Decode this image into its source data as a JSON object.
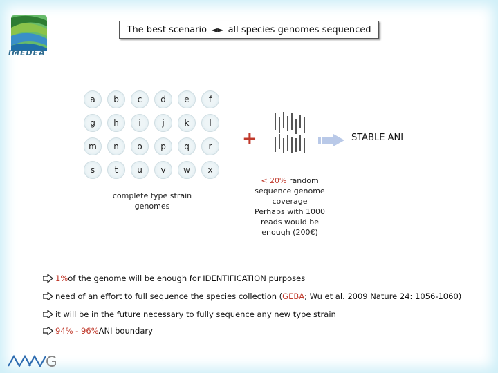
{
  "logo": {
    "text": "IMEDEA"
  },
  "title": {
    "left": "The best scenario",
    "arrows": "◄►",
    "right": "all species genomes sequenced"
  },
  "grid": {
    "letters": [
      "a",
      "b",
      "c",
      "d",
      "e",
      "f",
      "g",
      "h",
      "i",
      "j",
      "k",
      "l",
      "m",
      "n",
      "o",
      "p",
      "q",
      "r",
      "s",
      "t",
      "u",
      "v",
      "w",
      "x"
    ],
    "caption_line1": "complete type strain",
    "caption_line2": "genomes"
  },
  "plus": "+",
  "stable_label": "STABLE ANI",
  "coverage": {
    "line1_red": "< 20%",
    "line1_rest": " random",
    "line2": "sequence genome",
    "line3": "coverage",
    "line4": "Perhaps with 1000",
    "line5": "reads would be",
    "line6": "enough (200€)"
  },
  "bullets": [
    {
      "red": "1%",
      "text": " of the genome will be enough for IDENTIFICATION purposes"
    },
    {
      "pre": "need of an effort to full sequence the species collection (",
      "red": "GEBA",
      "post": "; Wu et al. 2009  Nature  24: 1056-1060)"
    },
    {
      "text": "it will be in the future necessary to fully sequence any new type strain"
    },
    {
      "red": "94% - 96%",
      "text": " ANI boundary"
    }
  ],
  "footer_logo_name": "MMG"
}
